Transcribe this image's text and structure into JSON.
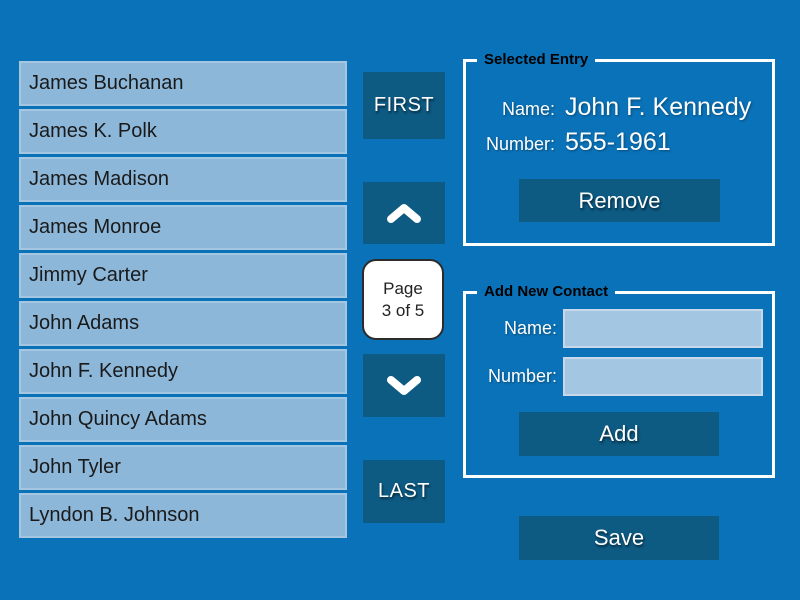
{
  "contact_list": {
    "items": [
      "James Buchanan",
      "James K. Polk",
      "James Madison",
      "James Monroe",
      "Jimmy Carter",
      "John Adams",
      "John F. Kennedy",
      "John Quincy Adams",
      "John Tyler",
      "Lyndon B. Johnson"
    ]
  },
  "pagination": {
    "first_label": "FIRST",
    "last_label": "LAST",
    "up_icon": "chevron-up-icon",
    "down_icon": "chevron-down-icon",
    "page_line1": "Page",
    "page_line2": "3 of 5"
  },
  "selected_entry": {
    "title": "Selected Entry",
    "name_label": "Name:",
    "name_value": "John F. Kennedy",
    "number_label": "Number:",
    "number_value": "555-1961",
    "remove_label": "Remove"
  },
  "add_new_contact": {
    "title": "Add New Contact",
    "name_label": "Name:",
    "name_value": "",
    "number_label": "Number:",
    "number_value": "",
    "add_label": "Add"
  },
  "save_label": "Save",
  "colors": {
    "background": "#0A72B8",
    "list_row": "#8CB7D9",
    "dark_button": "#0D5A83",
    "input_background": "#A3C6E2",
    "groupbox_border": "#FFFFFF",
    "page_indicator_background": "#FFFFFF"
  }
}
